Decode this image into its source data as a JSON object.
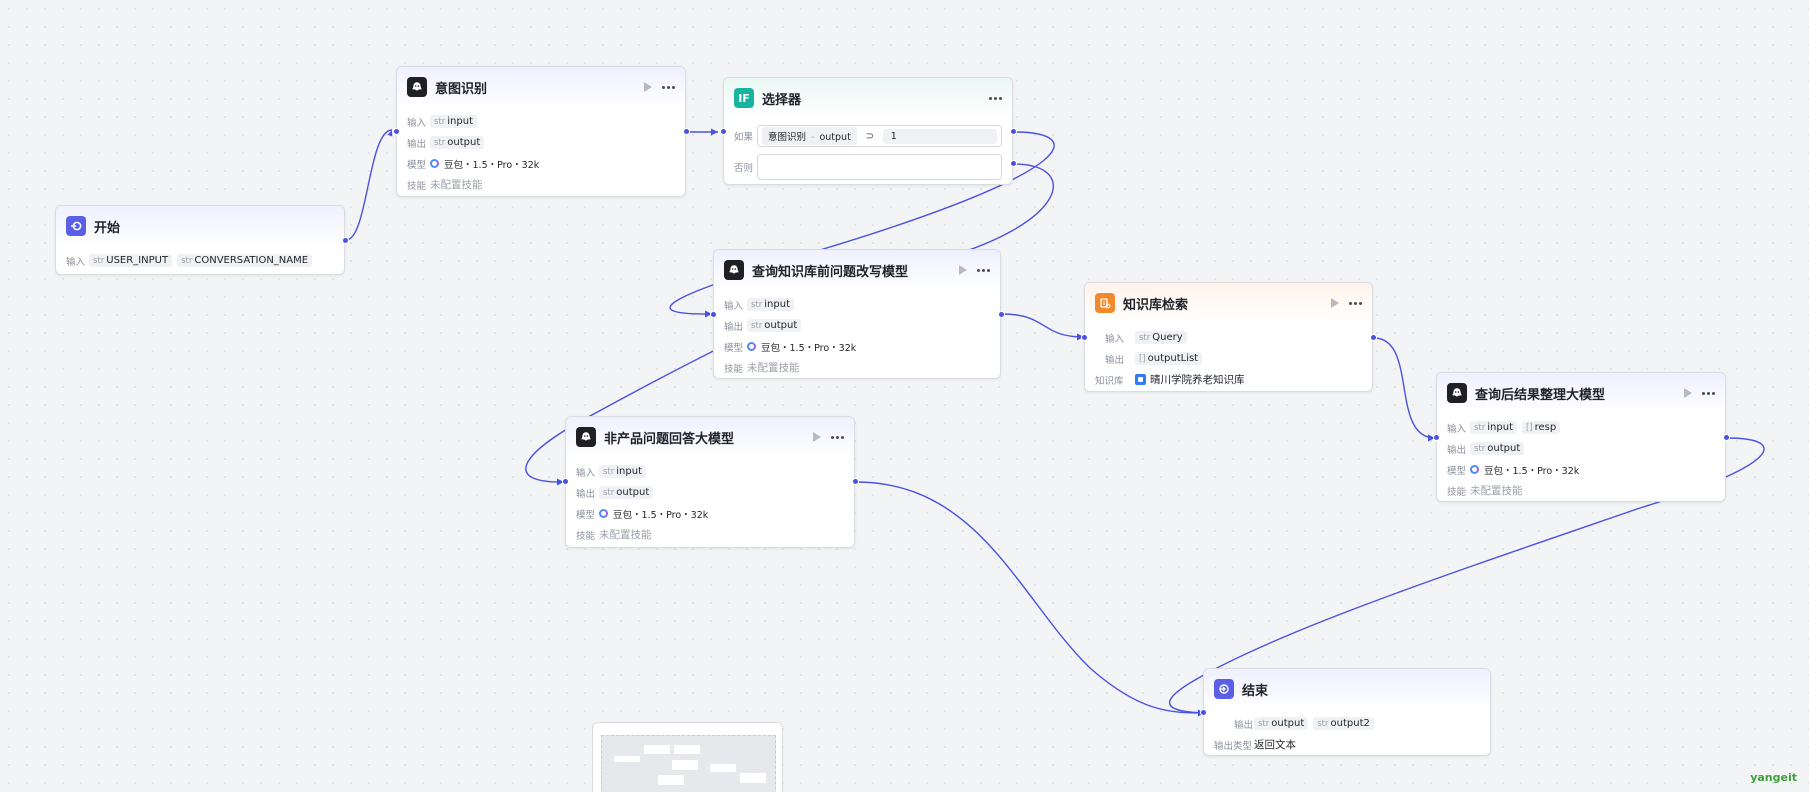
{
  "nodes": {
    "start": {
      "title": "开始",
      "input_label": "输入",
      "inputs": [
        {
          "type": "str",
          "name": "USER_INPUT"
        },
        {
          "type": "str",
          "name": "CONVERSATION_NAME"
        }
      ]
    },
    "intent": {
      "title": "意图识别",
      "input_label": "输入",
      "input": {
        "type": "str",
        "name": "input"
      },
      "output_label": "输出",
      "output": {
        "type": "str",
        "name": "output"
      },
      "model_label": "模型",
      "model": "豆包・1.5・Pro・32k",
      "skill_label": "技能",
      "skill": "未配置技能"
    },
    "selector": {
      "title": "选择器",
      "if_label": "如果",
      "cond_ref_node": "意图识别",
      "cond_ref_sep": "-",
      "cond_ref_field": "output",
      "cond_op": "⊃",
      "cond_value": "1",
      "else_label": "否则"
    },
    "rewrite": {
      "title": "查询知识库前问题改写模型",
      "input_label": "输入",
      "input": {
        "type": "str",
        "name": "input"
      },
      "output_label": "输出",
      "output": {
        "type": "str",
        "name": "output"
      },
      "model_label": "模型",
      "model": "豆包・1.5・Pro・32k",
      "skill_label": "技能",
      "skill": "未配置技能"
    },
    "kb_search": {
      "title": "知识库检索",
      "input_label": "输入",
      "input": {
        "type": "str",
        "name": "Query"
      },
      "output_label": "输出",
      "output": {
        "type": "[]",
        "name": "outputList"
      },
      "kb_label": "知识库",
      "kb": "晴川学院养老知识库"
    },
    "summarize": {
      "title": "查询后结果整理大模型",
      "input_label": "输入",
      "inputs": [
        {
          "type": "str",
          "name": "input"
        },
        {
          "type": "[]",
          "name": "resp"
        }
      ],
      "output_label": "输出",
      "output": {
        "type": "str",
        "name": "output"
      },
      "model_label": "模型",
      "model": "豆包・1.5・Pro・32k",
      "skill_label": "技能",
      "skill": "未配置技能"
    },
    "nonproduct": {
      "title": "非产品问题回答大模型",
      "input_label": "输入",
      "input": {
        "type": "str",
        "name": "input"
      },
      "output_label": "输出",
      "output": {
        "type": "str",
        "name": "output"
      },
      "model_label": "模型",
      "model": "豆包・1.5・Pro・32k",
      "skill_label": "技能",
      "skill": "未配置技能"
    },
    "end": {
      "title": "结束",
      "output_label": "输出",
      "outputs": [
        {
          "type": "str",
          "name": "output"
        },
        {
          "type": "str",
          "name": "output2"
        }
      ],
      "output_type_label": "输出类型",
      "output_type": "返回文本"
    }
  },
  "brand": "yangeit",
  "colors": {
    "edge": "#4c52e0",
    "accent": "#5b5fe6",
    "kb": "#f08a2c",
    "cond": "#19b4a0"
  }
}
